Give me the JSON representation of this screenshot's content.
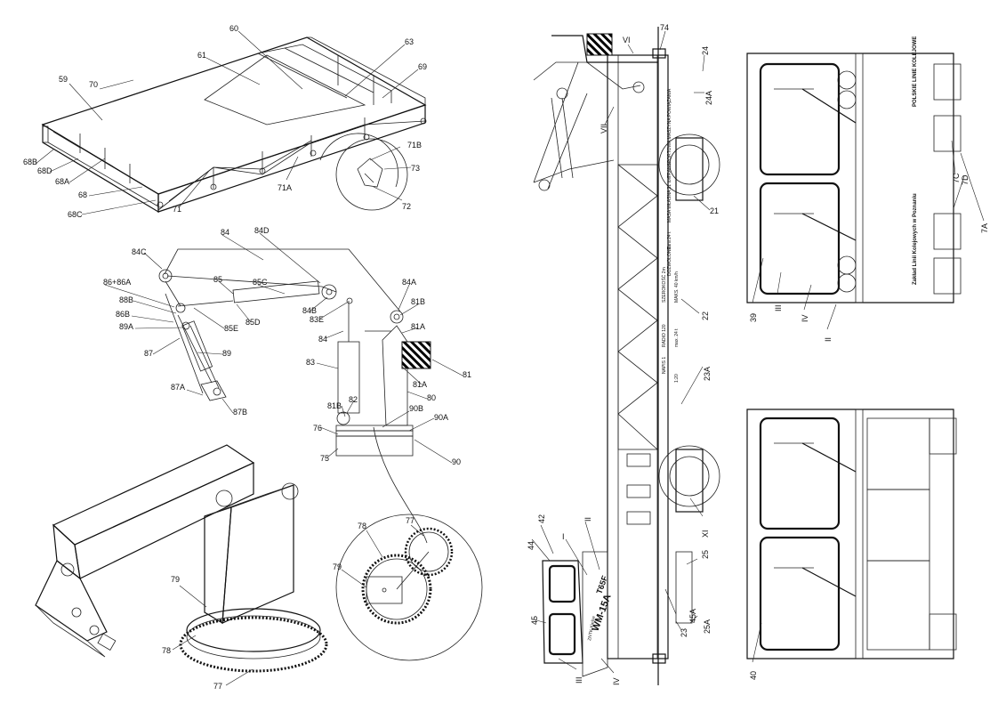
{
  "labels": {
    "platform": [
      "70",
      "60",
      "61",
      "63",
      "69",
      "59",
      "68B",
      "68D",
      "68A",
      "68",
      "68C",
      "71",
      "71A",
      "71B",
      "73",
      "72"
    ],
    "crane": [
      "84",
      "84D",
      "84C",
      "85",
      "85C",
      "84A",
      "86+86A",
      "88B",
      "86B",
      "89A",
      "85E",
      "85D",
      "84B",
      "83E",
      "81B",
      "81A",
      "84",
      "87",
      "89",
      "83",
      "81",
      "81A",
      "80",
      "87A",
      "87B",
      "82",
      "81B",
      "90B",
      "90A",
      "76",
      "75",
      "90"
    ],
    "turntable": [
      "79",
      "78",
      "77",
      "78",
      "79",
      "77"
    ],
    "wagon": [
      "74",
      "VI",
      "24",
      "24A",
      "VII",
      "21",
      "22",
      "23A",
      "XI",
      "42",
      "44",
      "I",
      "II",
      "25",
      "45",
      "45A",
      "25A",
      "23",
      "III",
      "IV"
    ],
    "ends": [
      "39",
      "III",
      "IV",
      "II",
      "7C",
      "7D",
      "7A",
      "40"
    ]
  },
  "wagon_texts": {
    "model_main": "WM-15A",
    "model_side": "T65F",
    "maker_short": "ZNTK Kielce",
    "owner": "POLSKIE LINIE KOLEJOWE",
    "owner_address": "Zakład Linii Kolejowych w Poznaniu",
    "panel_texts": [
      "TRANSPORTOWA MASZYNA POWIĄZANIA",
      "MASA WŁASNA 21 ton",
      "Tara 24 t",
      "DOZWOLONE",
      "SZEROKOŚĆ 2m",
      "MAKS. 40 km/h",
      "RADIO 120",
      "max. 24 t",
      "NAPIS 1",
      "1:20"
    ]
  },
  "colors": {
    "line": "#111111",
    "hatch": "#000000",
    "paper": "#ffffff"
  }
}
